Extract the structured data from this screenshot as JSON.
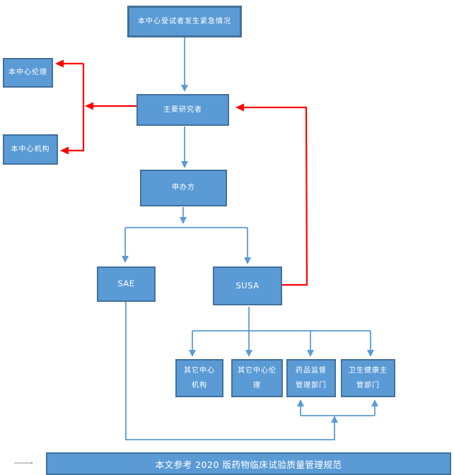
{
  "colors": {
    "node_fill": "#5b9bd5",
    "node_border": "#41719c",
    "connector_blue": "#5b9bd5",
    "connector_red": "#ff0000",
    "node_text": "#ffffff",
    "page_bg": "#ffffff"
  },
  "flowchart": {
    "nodes": {
      "emergency": {
        "label": "本中心受试者发生紧急情况"
      },
      "center_ethics": {
        "label": "本中心伦理"
      },
      "center_institution": {
        "label": "本中心机构"
      },
      "principal_investigator": {
        "label": "主要研究者"
      },
      "sponsor": {
        "label": "申办方"
      },
      "sae": {
        "label": "SAE"
      },
      "susa": {
        "label": "SUSA"
      },
      "other_center_institution": {
        "lines": [
          "其它中心",
          "机构"
        ]
      },
      "other_center_ethics": {
        "lines": [
          "其它中心伦",
          "理"
        ]
      },
      "drug_regulatory": {
        "lines": [
          "药品监督",
          "管理部门"
        ]
      },
      "health_authority": {
        "lines": [
          "卫生健康主",
          "管部门"
        ]
      }
    },
    "footer": {
      "label": "本文参考 2020 版药物临床试验质量管理规范"
    }
  }
}
